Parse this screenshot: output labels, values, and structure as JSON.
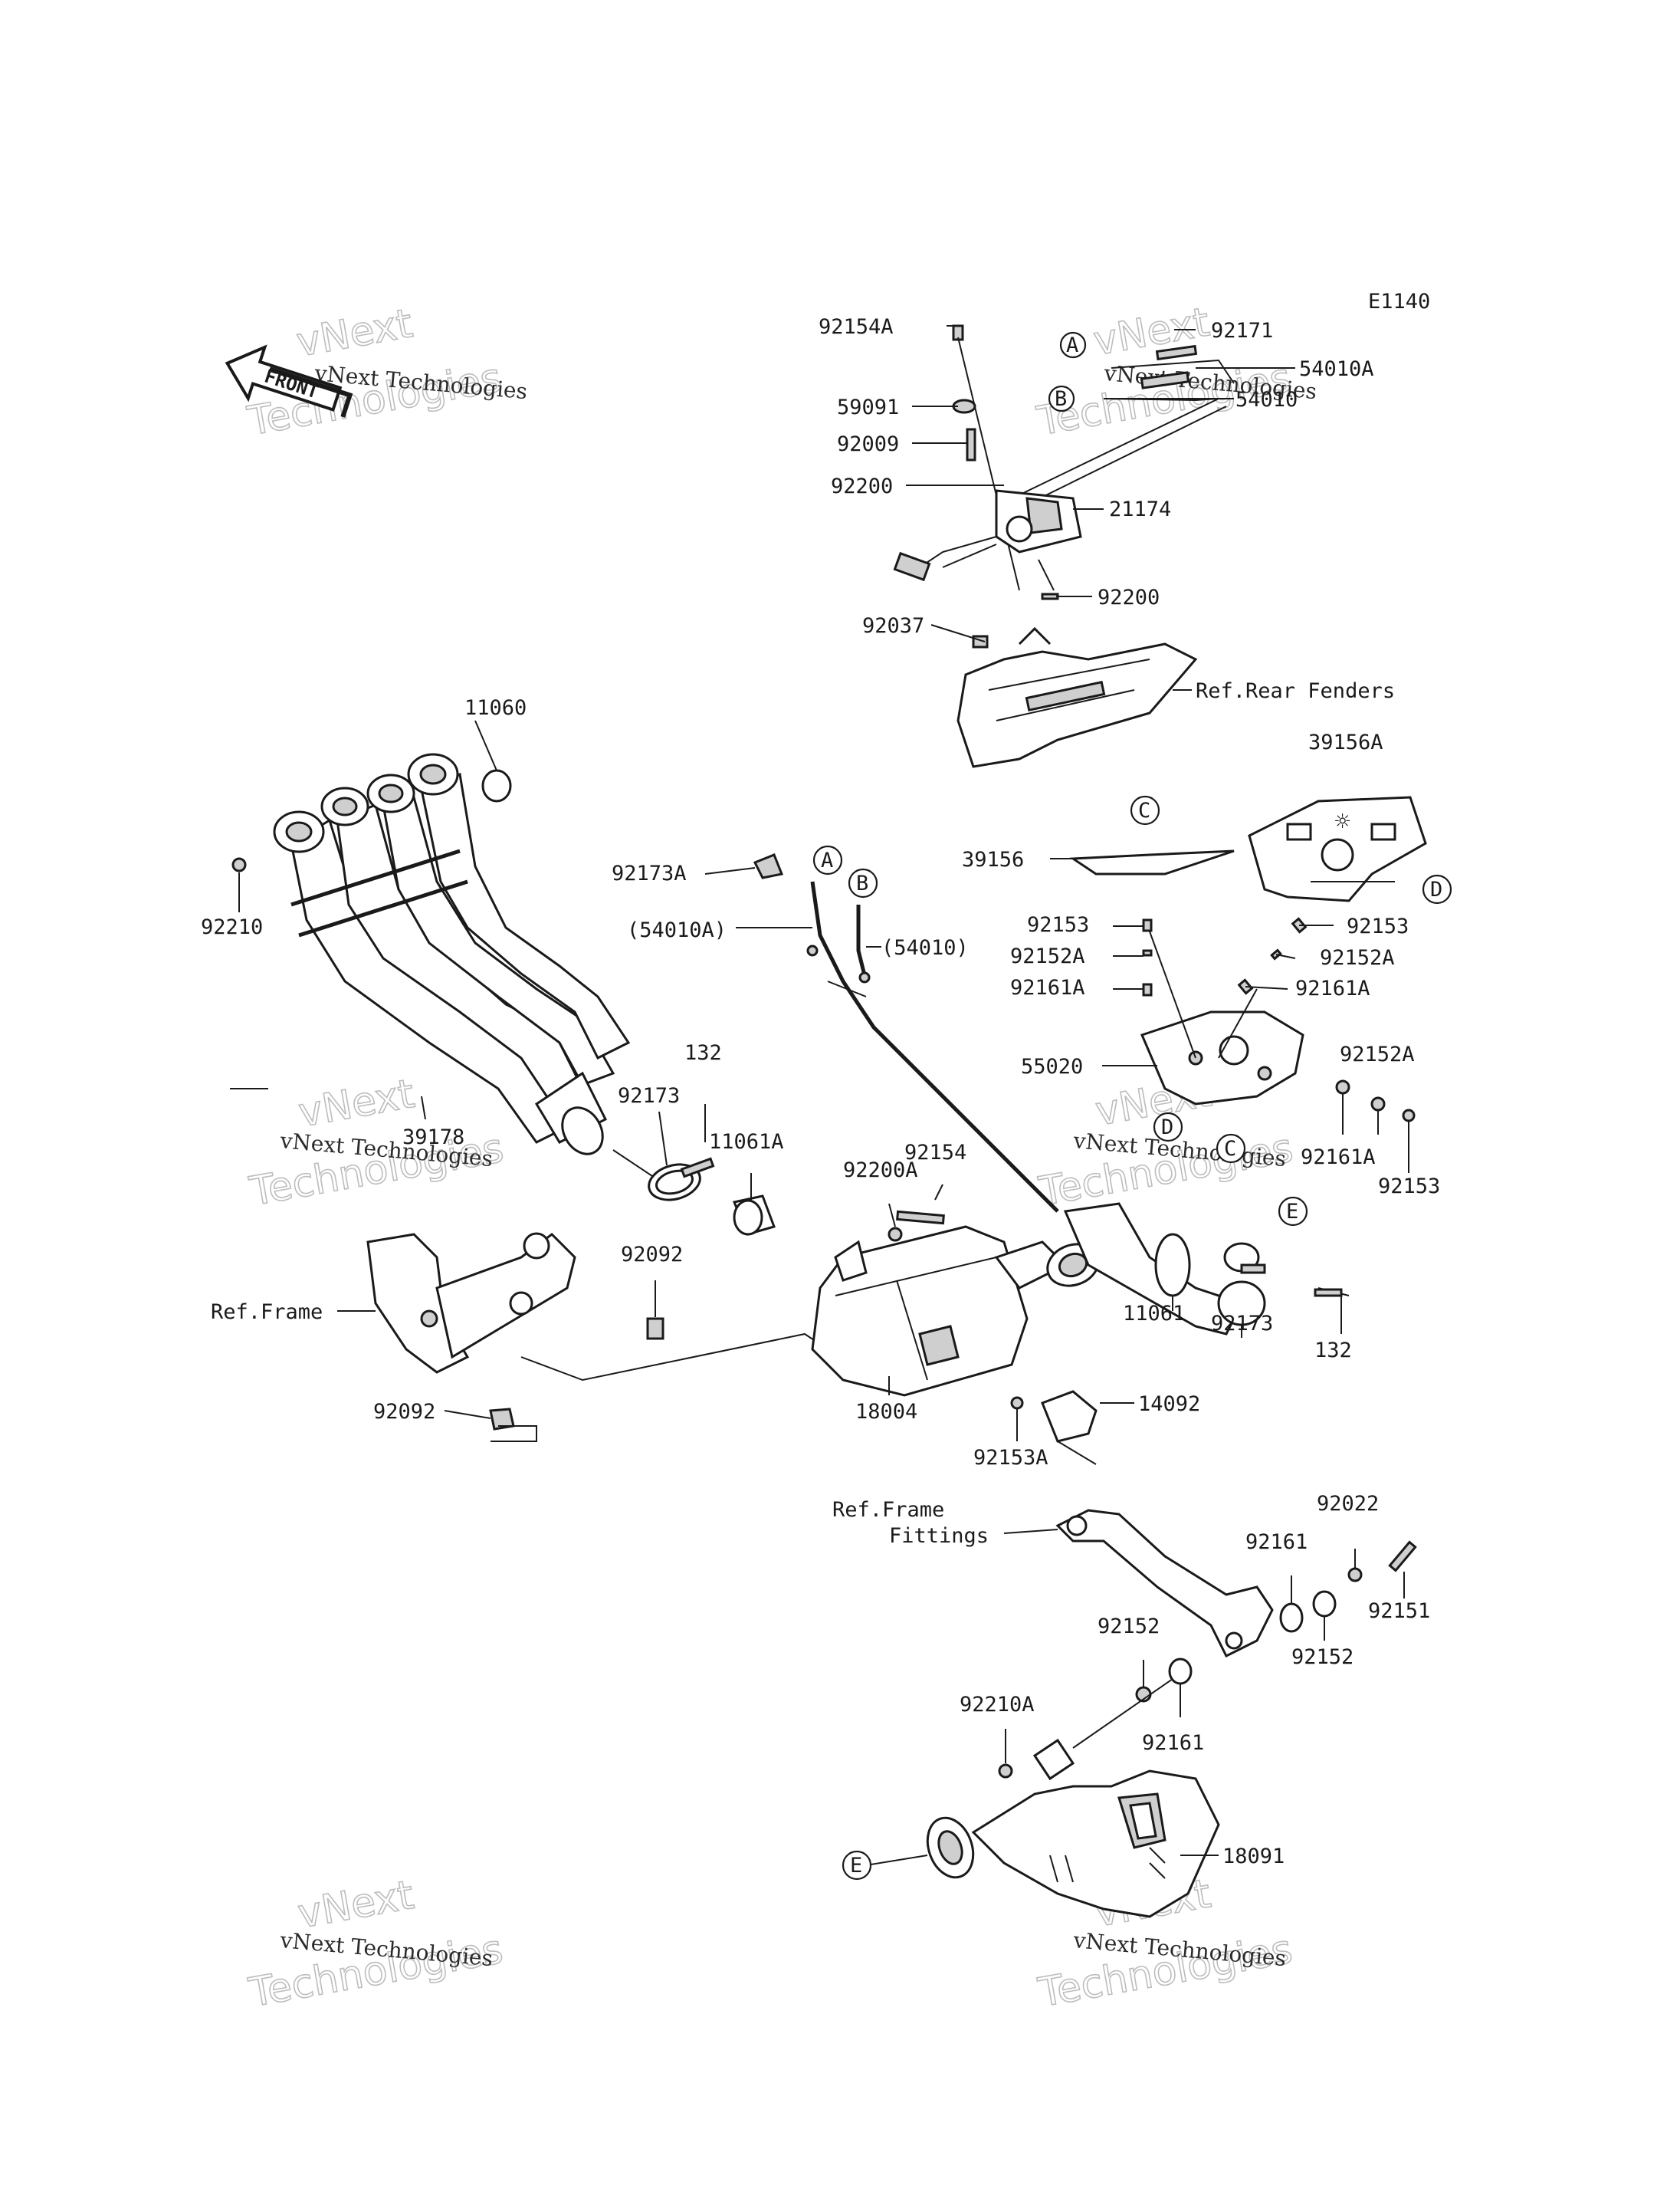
{
  "diagram_code": "E1140",
  "front_arrow_text": "FRONT",
  "watermark": {
    "brand": "vNext Technologies",
    "outline_1": "vNext",
    "outline_2": "Technologies"
  },
  "callouts": {
    "A": "A",
    "B": "B",
    "C": "C",
    "D": "D",
    "E": "E"
  },
  "labels": {
    "p92171": "92171",
    "p54010A": "54010A",
    "p54010": "54010",
    "p92154A": "92154A",
    "p59091": "59091",
    "p92009": "92009",
    "p92200a": "92200",
    "p21174": "21174",
    "p92200b": "92200",
    "p92037": "92037",
    "ref_rear_fenders": "Ref.Rear Fenders",
    "p11060": "11060",
    "p39156A": "39156A",
    "p92210": "92210",
    "p92173A": "92173A",
    "p39156": "39156",
    "p54010A_ref": "(54010A)",
    "p54010_ref": "(54010)",
    "p92153a": "92153",
    "p92152Aa": "92152A",
    "p92161Aa": "92161A",
    "p92153b": "92153",
    "p92152Ab": "92152A",
    "p92161Ab": "92161A",
    "p132a": "132",
    "p92173a": "92173",
    "p55020": "55020",
    "p92152Ac": "92152A",
    "p39178": "39178",
    "p11061A": "11061A",
    "p92154": "92154",
    "p92200A": "92200A",
    "p92161Ac": "92161A",
    "p92153c": "92153",
    "p92092a": "92092",
    "ref_frame": "Ref.Frame",
    "p11061": "11061",
    "p92173b": "92173",
    "p132b": "132",
    "p92092b": "92092",
    "p18004": "18004",
    "p14092": "14092",
    "p92153A": "92153A",
    "ref_frame_fittings_1": "Ref.Frame",
    "ref_frame_fittings_2": "Fittings",
    "p92022": "92022",
    "p92161a": "92161",
    "p92151": "92151",
    "p92152a": "92152",
    "p92152b": "92152",
    "p92161b": "92161",
    "p92210A": "92210A",
    "p18091": "18091"
  }
}
